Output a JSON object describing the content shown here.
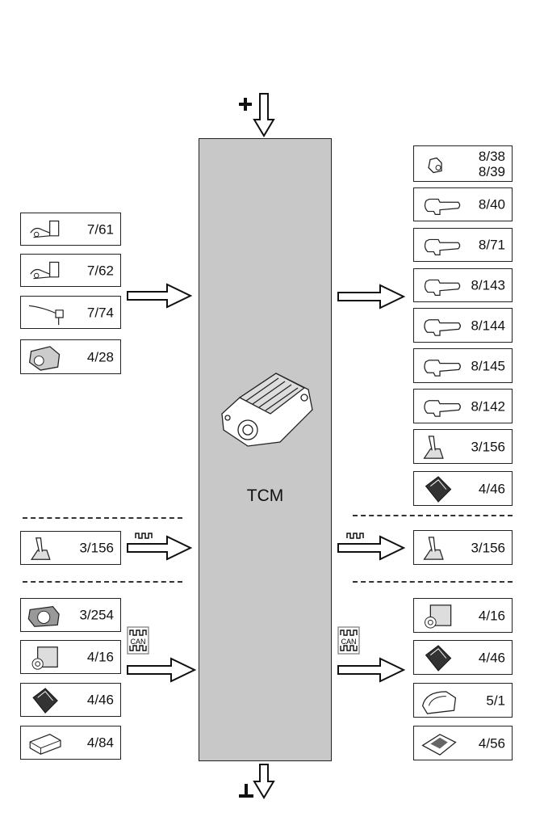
{
  "tcm": {
    "label": "TCM"
  },
  "power": {
    "plus_symbol": "+",
    "ground_symbol": "ground-symbol"
  },
  "can_badge": {
    "text": "CAN"
  },
  "inputs": {
    "sensors": [
      {
        "label": "7/61",
        "icon": "speed-sensor-icon"
      },
      {
        "label": "7/62",
        "icon": "speed-sensor-icon"
      },
      {
        "label": "7/74",
        "icon": "pressure-sensor-icon"
      },
      {
        "label": "4/28",
        "icon": "control-module-icon"
      }
    ],
    "pulse": [
      {
        "label": "3/156",
        "icon": "gear-selector-icon"
      }
    ],
    "can": [
      {
        "label": "3/254",
        "icon": "steering-module-icon"
      },
      {
        "label": "4/16",
        "icon": "abs-module-icon"
      },
      {
        "label": "4/46",
        "icon": "ecm-icon"
      },
      {
        "label": "4/84",
        "icon": "module-box-icon"
      }
    ]
  },
  "outputs": {
    "actuators": [
      {
        "label": "8/38\n8/39",
        "icon": "small-solenoid-icon"
      },
      {
        "label": "8/40",
        "icon": "solenoid-icon"
      },
      {
        "label": "8/71",
        "icon": "solenoid-icon"
      },
      {
        "label": "8/143",
        "icon": "solenoid-icon"
      },
      {
        "label": "8/144",
        "icon": "solenoid-icon"
      },
      {
        "label": "8/145",
        "icon": "solenoid-icon"
      },
      {
        "label": "8/142",
        "icon": "solenoid-icon"
      },
      {
        "label": "3/156",
        "icon": "gear-selector-icon"
      },
      {
        "label": "4/46",
        "icon": "ecm-icon"
      }
    ],
    "pulse": [
      {
        "label": "3/156",
        "icon": "gear-selector-icon"
      }
    ],
    "can": [
      {
        "label": "4/16",
        "icon": "abs-module-icon"
      },
      {
        "label": "4/46",
        "icon": "ecm-icon"
      },
      {
        "label": "5/1",
        "icon": "instrument-cluster-icon"
      },
      {
        "label": "4/56",
        "icon": "body-module-icon"
      }
    ]
  }
}
